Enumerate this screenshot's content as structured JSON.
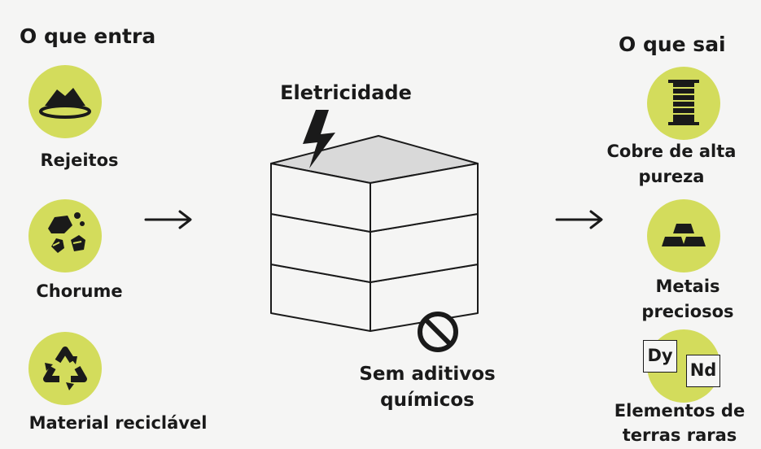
{
  "inputs": {
    "heading": "O que entra",
    "items": [
      {
        "label": "Rejeitos",
        "icon": "tailings-pile-icon"
      },
      {
        "label": "Chorume",
        "icon": "leachate-rocks-icon"
      },
      {
        "label": "Material reciclável",
        "icon": "recycle-icon"
      }
    ]
  },
  "outputs": {
    "heading": "O que sai",
    "items": [
      {
        "label_line1": "Cobre de alta",
        "label_line2": "pureza",
        "icon": "copper-coil-icon"
      },
      {
        "label_line1": "Metais",
        "label_line2": "preciosos",
        "icon": "gold-bars-icon"
      },
      {
        "label_line1": "Elementos de",
        "label_line2": "terras raras",
        "icon": "rare-earth-tiles-icon",
        "tiles": [
          "Dy",
          "Nd"
        ]
      }
    ]
  },
  "process": {
    "energy_label": "Eletricidade",
    "no_additives_line1": "Sem aditivos",
    "no_additives_line2": "químicos",
    "stack_layers": 3
  },
  "colors": {
    "accent": "#d3dc5c",
    "ink": "#1a1a1a",
    "background": "#f5f5f4",
    "block_top": "#d9d9d9"
  }
}
